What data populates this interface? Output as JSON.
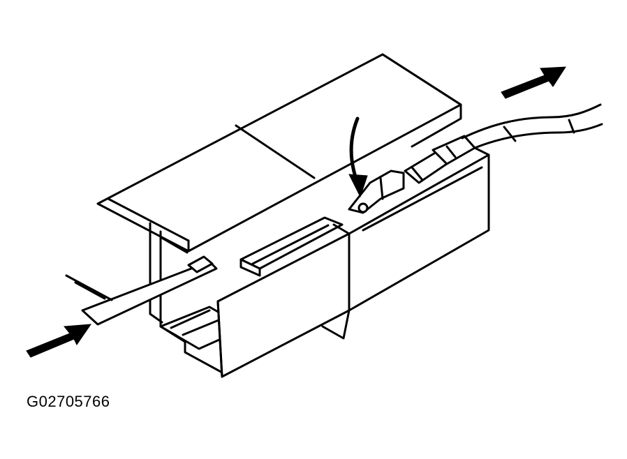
{
  "figure": {
    "code": "G02705766"
  },
  "colors": {
    "ink": "#000000",
    "paper": "#ffffff"
  },
  "arrows": {
    "push_in": "block-arrow-right",
    "pull_out": "block-arrow-up-right",
    "release_tab": "curved-arrow-down"
  }
}
